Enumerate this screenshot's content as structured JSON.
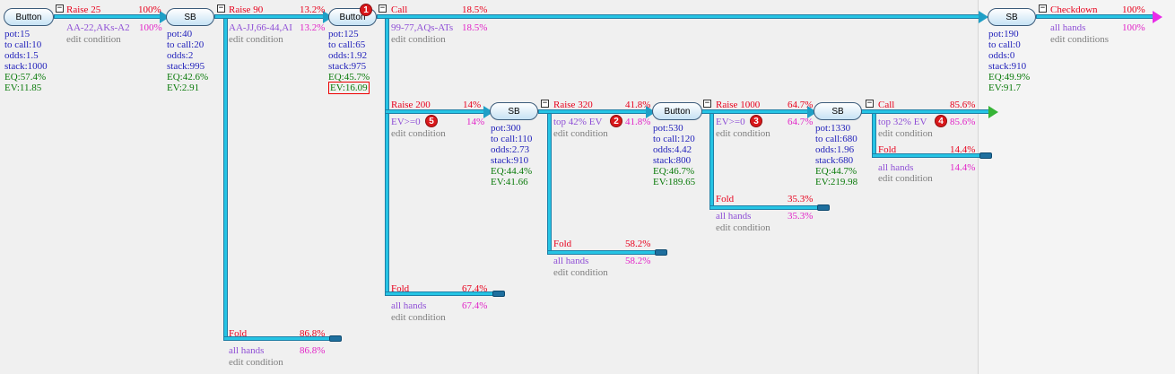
{
  "nodes": {
    "button_root": {
      "label": "Button",
      "stats": {
        "pot": "pot:15",
        "to_call": "to call:10",
        "odds": "odds:1.5",
        "stack": "stack:1000",
        "eq": "EQ:57.4%",
        "ev": "EV:11.85"
      }
    },
    "sb_1": {
      "label": "SB",
      "stats": {
        "pot": "pot:40",
        "to_call": "to call:20",
        "odds": "odds:2",
        "stack": "stack:995",
        "eq": "EQ:42.6%",
        "ev": "EV:2.91"
      }
    },
    "button_2": {
      "label": "Button",
      "badge": "1",
      "stats": {
        "pot": "pot:125",
        "to_call": "to call:65",
        "odds": "odds:1.92",
        "stack": "stack:975",
        "eq": "EQ:45.7%",
        "ev": "EV:16.09"
      }
    },
    "sb_flop": {
      "label": "SB",
      "stats": {
        "pot": "pot:190",
        "to_call": "to call:0",
        "odds": "odds:0",
        "stack": "stack:910",
        "eq": "EQ:49.9%",
        "ev": "EV:91.7"
      }
    },
    "sb_3": {
      "label": "SB",
      "stats": {
        "pot": "pot:300",
        "to_call": "to call:110",
        "odds": "odds:2.73",
        "stack": "stack:910",
        "eq": "EQ:44.4%",
        "ev": "EV:41.66"
      }
    },
    "button_4": {
      "label": "Button",
      "stats": {
        "pot": "pot:530",
        "to_call": "to call:120",
        "odds": "odds:4.42",
        "stack": "stack:800",
        "eq": "EQ:46.7%",
        "ev": "EV:189.65"
      }
    },
    "sb_5": {
      "label": "SB",
      "stats": {
        "pot": "pot:1330",
        "to_call": "to call:680",
        "odds": "odds:1.96",
        "stack": "stack:680",
        "eq": "EQ:44.7%",
        "ev": "EV:219.98"
      }
    }
  },
  "actions": {
    "raise25": {
      "label": "Raise 25",
      "pct": "100%",
      "cond": "AA-22,AKs-A2",
      "cond_pct": "100%",
      "edit": "edit condition"
    },
    "raise90": {
      "label": "Raise 90",
      "pct": "13.2%",
      "cond": "AA-JJ,66-44,AI",
      "cond_pct": "13.2%",
      "edit": "edit condition"
    },
    "fold_sb1": {
      "label": "Fold",
      "pct": "86.8%",
      "cond": "all hands",
      "cond_pct": "86.8%",
      "edit": "edit condition"
    },
    "call_b2": {
      "label": "Call",
      "pct": "18.5%",
      "cond": "99-77,AQs-ATs",
      "cond_pct": "18.5%",
      "edit": "edit condition"
    },
    "raise200": {
      "label": "Raise 200",
      "pct": "14%",
      "cond": "EV>=0",
      "badge": "5",
      "cond_pct": "14%",
      "edit": "edit condition"
    },
    "fold_b2": {
      "label": "Fold",
      "pct": "67.4%",
      "cond": "all hands",
      "cond_pct": "67.4%",
      "edit": "edit condition"
    },
    "checkdown": {
      "label": "Checkdown",
      "pct": "100%",
      "cond": "all hands",
      "cond_pct": "100%",
      "edit": "edit conditions"
    },
    "raise320": {
      "label": "Raise 320",
      "pct": "41.8%",
      "cond": "top 42% EV",
      "badge": "2",
      "cond_pct": "41.8%",
      "edit": "edit condition"
    },
    "fold_sb3": {
      "label": "Fold",
      "pct": "58.2%",
      "cond": "all hands",
      "cond_pct": "58.2%",
      "edit": "edit condition"
    },
    "raise1000": {
      "label": "Raise 1000",
      "pct": "64.7%",
      "cond": "EV>=0",
      "badge": "3",
      "cond_pct": "64.7%",
      "edit": "edit condition"
    },
    "fold_b4": {
      "label": "Fold",
      "pct": "35.3%",
      "cond": "all hands",
      "cond_pct": "35.3%",
      "edit": "edit condition"
    },
    "call_sb5": {
      "label": "Call",
      "pct": "85.6%",
      "cond": "top 32% EV",
      "badge": "4",
      "cond_pct": "85.6%",
      "edit": "edit condition"
    },
    "fold_sb5": {
      "label": "Fold",
      "pct": "14.4%",
      "cond": "all hands",
      "cond_pct": "14.4%",
      "edit": "edit condition"
    }
  },
  "collapse_symbol": "−"
}
